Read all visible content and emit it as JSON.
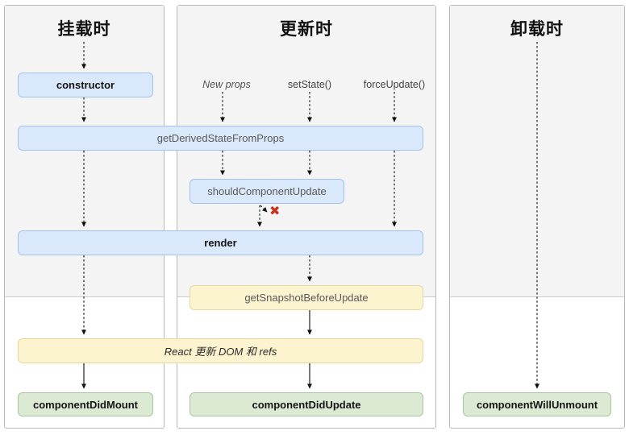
{
  "diagram": {
    "columns": {
      "mounting": {
        "title": "挂载时"
      },
      "updating": {
        "title": "更新时"
      },
      "unmounting": {
        "title": "卸载时"
      }
    },
    "triggers": {
      "new_props": "New props",
      "set_state": "setState()",
      "force_update": "forceUpdate()"
    },
    "boxes": {
      "constructor": "constructor",
      "get_derived_state": "getDerivedStateFromProps",
      "should_component_update": "shouldComponentUpdate",
      "render": "render",
      "get_snapshot": "getSnapshotBeforeUpdate",
      "react_updates": "React 更新 DOM 和 refs",
      "component_did_mount": "componentDidMount",
      "component_did_update": "componentDidUpdate",
      "component_will_unmount": "componentWillUnmount"
    },
    "icons": {
      "cancel_x": "✖"
    },
    "colors": {
      "blue_fill": "#dae8fb",
      "blue_border": "#a3c3ef",
      "yellow_fill": "#fcf3cf",
      "yellow_border": "#e8d6a0",
      "green_fill": "#dcead4",
      "green_border": "#a7c79d",
      "phase_gray": "#f4f4f4",
      "cancel_red": "#c8321b"
    }
  }
}
